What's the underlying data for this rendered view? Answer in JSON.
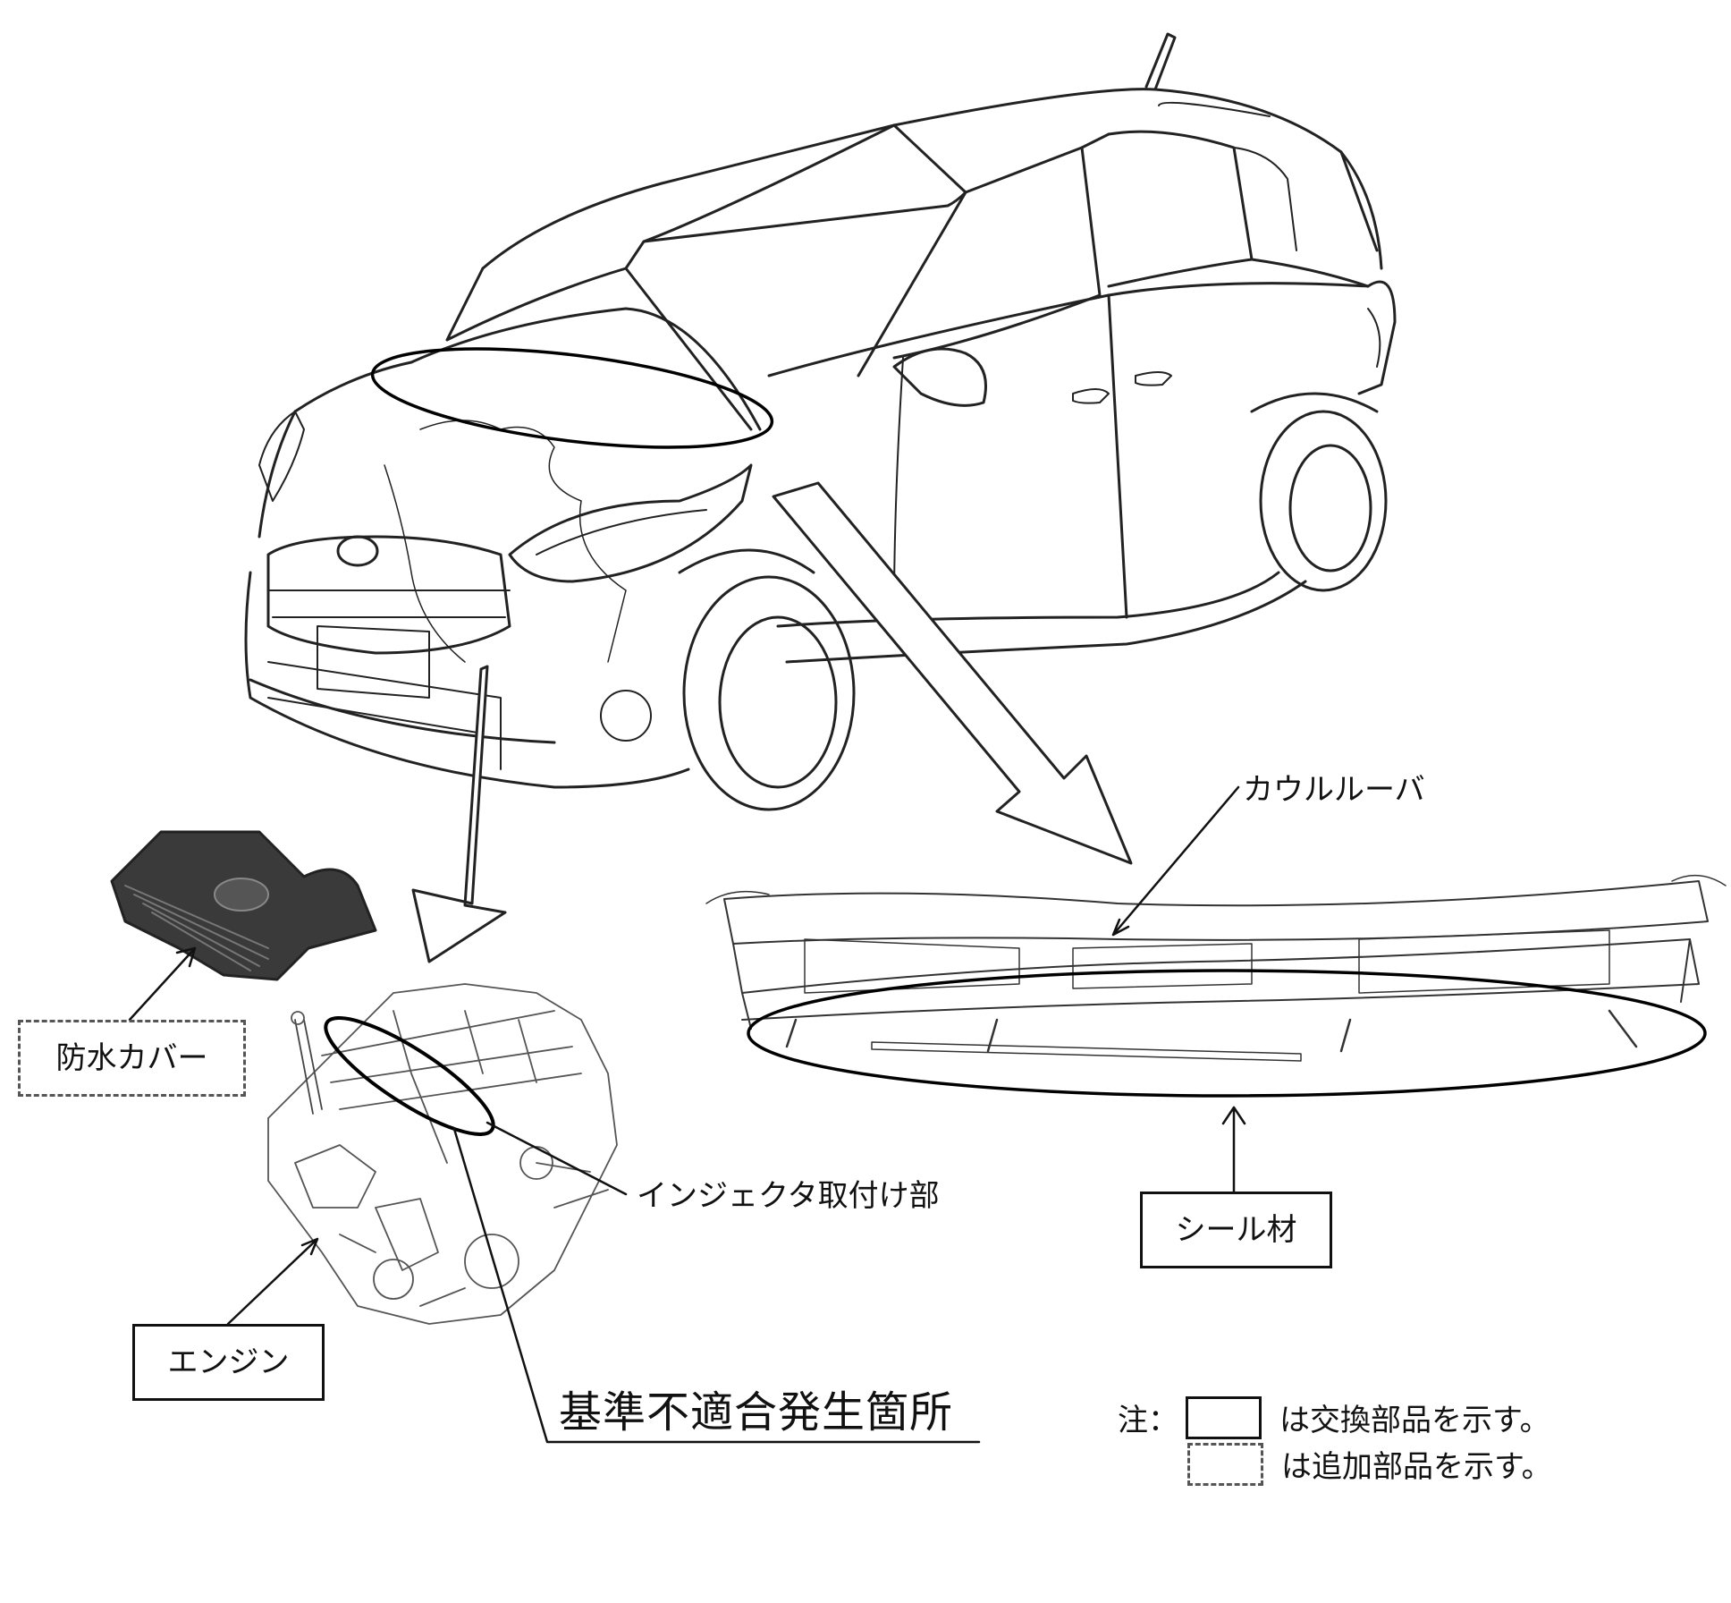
{
  "labels": {
    "cowl_louver": "カウルルーバ",
    "waterproof_cover": "防水カバー",
    "injector_mount": "インジェクタ取付け部",
    "seal_material": "シール材",
    "engine": "エンジン",
    "nonconformity_location": "基準不適合発生箇所"
  },
  "legend": {
    "prefix": "注：",
    "replacement_text": "は交換部品を示す。",
    "added_text": "は追加部品を示す。"
  }
}
